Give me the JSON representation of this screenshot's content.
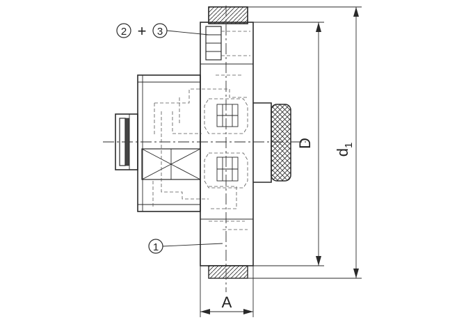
{
  "callouts": {
    "part_1": "1",
    "part_2": "2",
    "plus": "+",
    "part_3": "3"
  },
  "dimensions": {
    "width": "A",
    "inner_diameter": "D",
    "outer_diameter_letter": "d",
    "outer_diameter_subscript": "1"
  }
}
